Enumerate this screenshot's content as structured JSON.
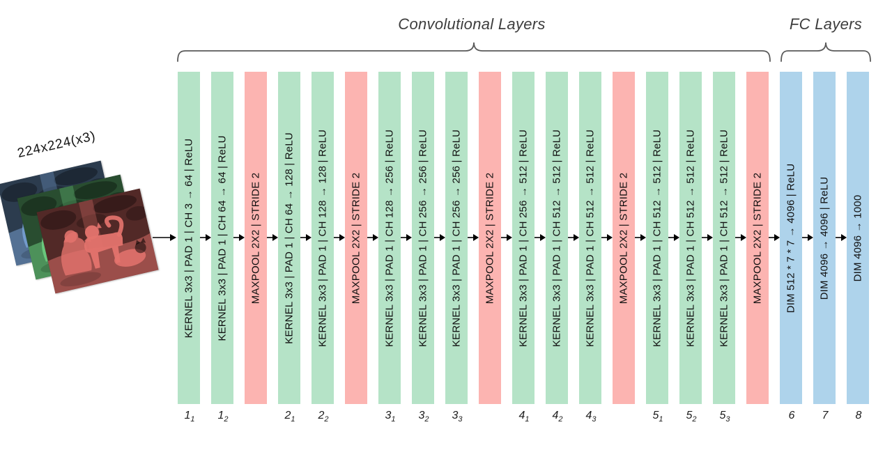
{
  "header": {
    "conv_title": "Convolutional Layers",
    "fc_title": "FC Layers"
  },
  "input": {
    "label": "224x224(x3)"
  },
  "colors": {
    "conv_bar": "#b5e3c7",
    "pool_bar": "#fcb4b1",
    "fc_bar": "#aed3eb",
    "tint_blue": "#7ba6d9",
    "tint_green": "#72d584",
    "tint_red": "#e4736d",
    "brace": "#595959",
    "title_text": "#3d3d3d",
    "bar_text": "#101010"
  },
  "layers": [
    {
      "type": "conv",
      "text": "KERNEL 3x3 | PAD 1 | CH 3 → 64 | ReLU",
      "label": {
        "main": "1",
        "sub": "1"
      }
    },
    {
      "type": "conv",
      "text": "KERNEL 3x3 | PAD 1 | CH 64 → 64 | ReLU",
      "label": {
        "main": "1",
        "sub": "2"
      }
    },
    {
      "type": "pool",
      "text": "MAXPOOL 2X2 | STRIDE 2",
      "label": null
    },
    {
      "type": "conv",
      "text": "KERNEL 3x3 | PAD 1 | CH 64 → 128 | ReLU",
      "label": {
        "main": "2",
        "sub": "1"
      }
    },
    {
      "type": "conv",
      "text": "KERNEL 3x3 | PAD 1 | CH 128 → 128 | ReLU",
      "label": {
        "main": "2",
        "sub": "2"
      }
    },
    {
      "type": "pool",
      "text": "MAXPOOL 2X2 | STRIDE 2",
      "label": null
    },
    {
      "type": "conv",
      "text": "KERNEL 3x3 | PAD 1 | CH 128 → 256 | ReLU",
      "label": {
        "main": "3",
        "sub": "1"
      }
    },
    {
      "type": "conv",
      "text": "KERNEL 3x3 | PAD 1 | CH 256 → 256 | ReLU",
      "label": {
        "main": "3",
        "sub": "2"
      }
    },
    {
      "type": "conv",
      "text": "KERNEL 3x3 | PAD 1 | CH 256 → 256 | ReLU",
      "label": {
        "main": "3",
        "sub": "3"
      }
    },
    {
      "type": "pool",
      "text": "MAXPOOL 2X2 | STRIDE 2",
      "label": null
    },
    {
      "type": "conv",
      "text": "KERNEL 3x3 | PAD 1 | CH 256 → 512 | ReLU",
      "label": {
        "main": "4",
        "sub": "1"
      }
    },
    {
      "type": "conv",
      "text": "KERNEL 3x3 | PAD 1 | CH 512 → 512 | ReLU",
      "label": {
        "main": "4",
        "sub": "2"
      }
    },
    {
      "type": "conv",
      "text": "KERNEL 3x3 | PAD 1 | CH 512 → 512 | ReLU",
      "label": {
        "main": "4",
        "sub": "3"
      }
    },
    {
      "type": "pool",
      "text": "MAXPOOL 2X2 | STRIDE 2",
      "label": null
    },
    {
      "type": "conv",
      "text": "KERNEL 3x3 | PAD 1 | CH 512 → 512 | ReLU",
      "label": {
        "main": "5",
        "sub": "1"
      }
    },
    {
      "type": "conv",
      "text": "KERNEL 3x3 | PAD 1 | CH 512 → 512 | ReLU",
      "label": {
        "main": "5",
        "sub": "2"
      }
    },
    {
      "type": "conv",
      "text": "KERNEL 3x3 | PAD 1 | CH 512 → 512 | ReLU",
      "label": {
        "main": "5",
        "sub": "3"
      }
    },
    {
      "type": "pool",
      "text": "MAXPOOL 2X2 | STRIDE 2",
      "label": null
    },
    {
      "type": "fc",
      "text": "DIM 512 * 7 * 7 → 4096 | ReLU",
      "label": {
        "main": "6",
        "sub": ""
      }
    },
    {
      "type": "fc",
      "text": "DIM 4096 → 4096 | ReLU",
      "label": {
        "main": "7",
        "sub": ""
      }
    },
    {
      "type": "fc",
      "text": "DIM 4096 → 1000",
      "label": {
        "main": "8",
        "sub": ""
      }
    }
  ]
}
